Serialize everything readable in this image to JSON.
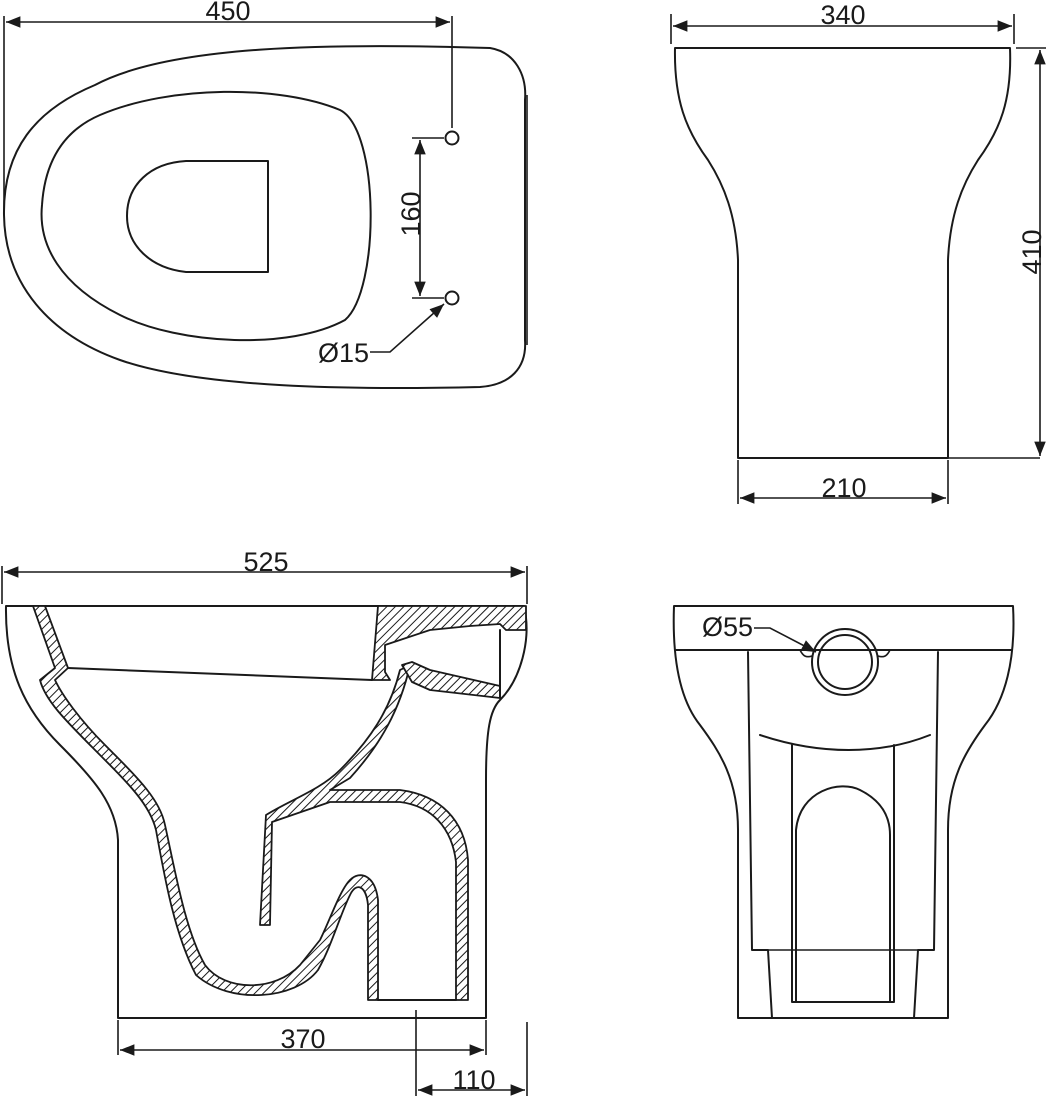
{
  "views": {
    "top": {
      "width": "450",
      "fixing_centres": "160",
      "fixing_hole_diameter": "Ø15"
    },
    "front": {
      "width": "340",
      "height": "410",
      "base_width": "210"
    },
    "side_section": {
      "length": "525",
      "base_length": "370",
      "outlet_offset": "110"
    },
    "rear": {
      "inlet_diameter": "Ø55"
    }
  },
  "colors": {
    "line": "#1a1a1a",
    "background": "#ffffff"
  }
}
